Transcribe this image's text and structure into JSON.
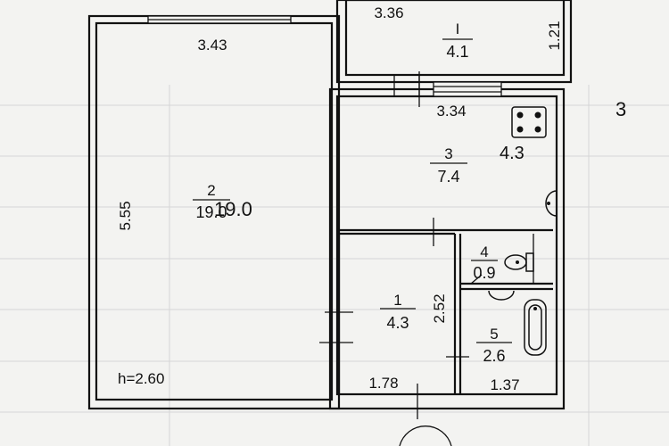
{
  "apartment": {
    "ceiling_height": "h=2.60",
    "rooms": [
      {
        "id": "room-2",
        "number": "2",
        "area": "19.0"
      },
      {
        "id": "room-3",
        "number": "3",
        "area": "7.4"
      },
      {
        "id": "room-1",
        "number": "1",
        "area": "4.3"
      },
      {
        "id": "room-4",
        "number": "4",
        "area": "0.9"
      },
      {
        "id": "room-5",
        "number": "5",
        "area": "2.6"
      },
      {
        "id": "loggia",
        "number": "I",
        "area": "4.1"
      }
    ],
    "dimensions": {
      "loggia_width": "3.36",
      "loggia_depth": "1.21",
      "room2_width": "3.43",
      "room2_length": "5.55",
      "kitchen_width": "3.34",
      "hall_length": "2.52",
      "hall_width": "1.78",
      "bath_width": "1.37"
    }
  }
}
